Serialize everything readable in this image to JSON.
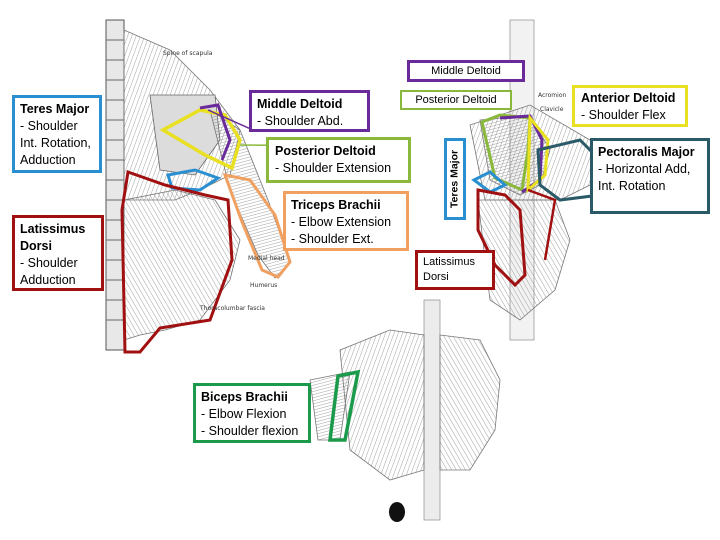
{
  "colors": {
    "teres_major": "#2a8fd0",
    "latissimus": "#a01010",
    "middle_deltoid": "#6a2a9a",
    "posterior_deltoid": "#8ab83a",
    "triceps": "#f0a060",
    "anterior_deltoid": "#e8e020",
    "pectoralis": "#2a5a68",
    "biceps": "#1a9a4a"
  },
  "labels": {
    "teres_major": {
      "title": "Teres Major",
      "lines": [
        "- Shoulder",
        "Int. Rotation,",
        "Adduction"
      ]
    },
    "latissimus": {
      "title": "Latissimus Dorsi",
      "lines": [
        "- Shoulder",
        "Adduction"
      ]
    },
    "middle_deltoid": {
      "title": "Middle Deltoid",
      "lines": [
        "- Shoulder Abd."
      ]
    },
    "posterior_deltoid": {
      "title": "Posterior Deltoid",
      "lines": [
        "- Shoulder Extension"
      ]
    },
    "triceps": {
      "title": "Triceps Brachii",
      "lines": [
        "- Elbow Extension",
        "- Shoulder Ext."
      ]
    },
    "biceps": {
      "title": "Biceps Brachii",
      "lines": [
        "- Elbow Flexion",
        "- Shoulder flexion"
      ]
    },
    "anterior_deltoid": {
      "title": "Anterior Deltoid",
      "lines": [
        "- Shoulder Flex"
      ]
    },
    "pectoralis": {
      "title": "Pectoralis Major",
      "lines": [
        "- Horizontal Add,",
        "Int. Rotation"
      ]
    }
  },
  "side_labels": {
    "middle_deltoid": "Middle Deltoid",
    "posterior_deltoid": "Posterior Deltoid",
    "teres_major": "Teres Major",
    "latissimus": "Latissimus Dorsi"
  },
  "anatomy_text": {
    "spine_of_scapula": "Spine of scapula",
    "medial_head": "Medial head",
    "humerus": "Humerus",
    "thoracolumbar_fascia": "Thoracolumbar fascia",
    "acromion": "Acromion",
    "clavicle": "Clavicle"
  }
}
